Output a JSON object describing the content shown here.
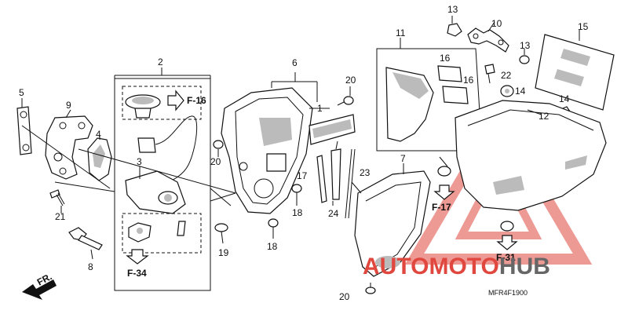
{
  "diagram": {
    "callouts": [
      "1",
      "2",
      "3",
      "4",
      "5",
      "6",
      "7",
      "8",
      "9",
      "10",
      "11",
      "12",
      "13",
      "13",
      "14",
      "14",
      "15",
      "16",
      "16",
      "17",
      "18",
      "18",
      "19",
      "20",
      "20",
      "20",
      "21",
      "22",
      "23",
      "24"
    ],
    "refs": {
      "f16": "F-16",
      "f34": "F-34",
      "f17": "F-17",
      "f31": "F-31"
    },
    "front_label": "FR.",
    "diagram_code": "MFR4F1900"
  },
  "watermark": {
    "text_red": "AUTOMOTO",
    "text_grey": "HUB",
    "color_red": "#e0483f",
    "color_grey": "#666666"
  }
}
